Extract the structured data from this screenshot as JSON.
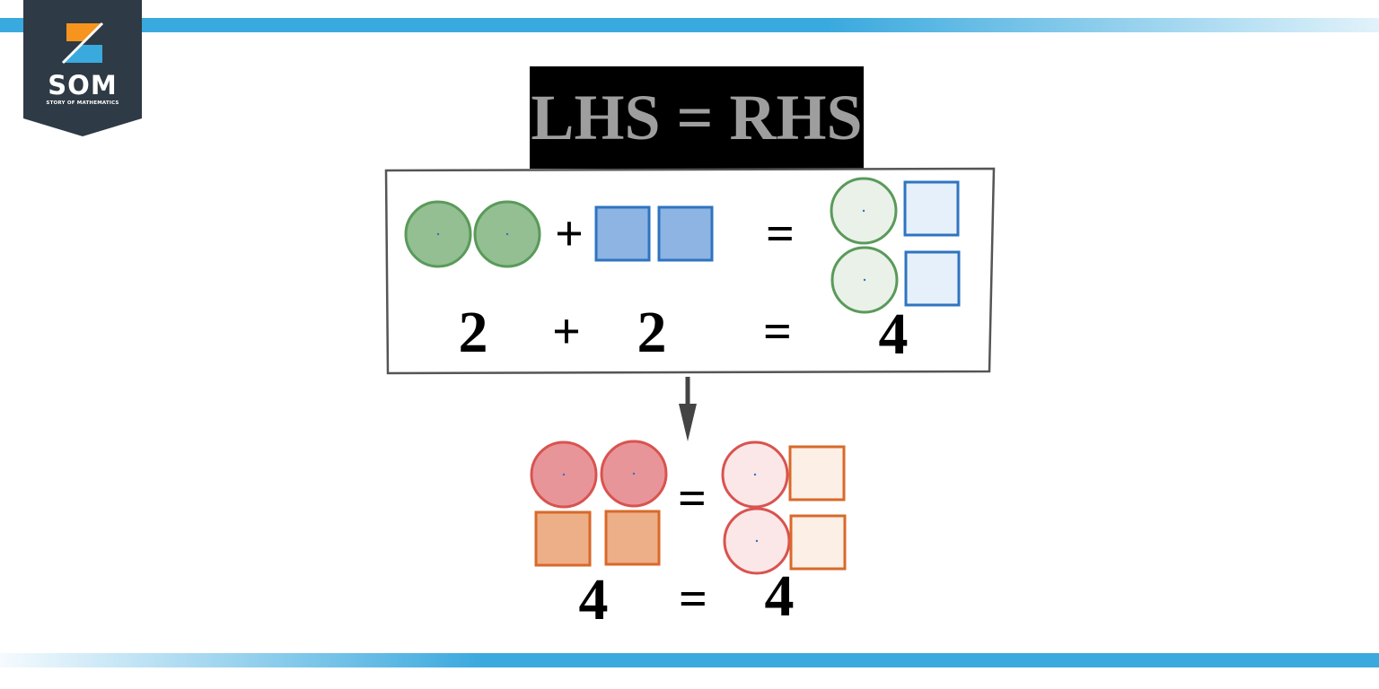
{
  "logo": {
    "name": "SOM",
    "tagline": "STORY OF MATHEMATICS"
  },
  "title": "LHS = RHS",
  "top_equation": {
    "shapes_row": {
      "plus": "+",
      "equals": "="
    },
    "numbers_row": {
      "left": "2",
      "plus": "+",
      "middle": "2",
      "equals": "=",
      "right": "4"
    }
  },
  "bottom_equation": {
    "shapes_equals": "=",
    "numbers_row": {
      "left": "4",
      "equals": "=",
      "right": "4"
    }
  },
  "colors": {
    "band": "#3aa9de",
    "logo_bg": "#2e3a45",
    "logo_orange": "#f7941d",
    "logo_blue": "#3aa9de",
    "title_bg": "#000000",
    "title_text": "#9e9e9e",
    "green_fill": "#93bf93",
    "green_stroke": "#5a9a5a",
    "light_green_fill": "#e9f1e9",
    "blue_fill": "#8db4e2",
    "blue_stroke": "#2f74c0",
    "light_blue_fill": "#e6f0fa",
    "red_fill": "#e8959a",
    "red_stroke": "#d9534f",
    "light_red_fill": "#fbe7e8",
    "orange_fill": "#edaf88",
    "orange_stroke": "#d9692a",
    "light_orange_fill": "#fcefe6"
  }
}
